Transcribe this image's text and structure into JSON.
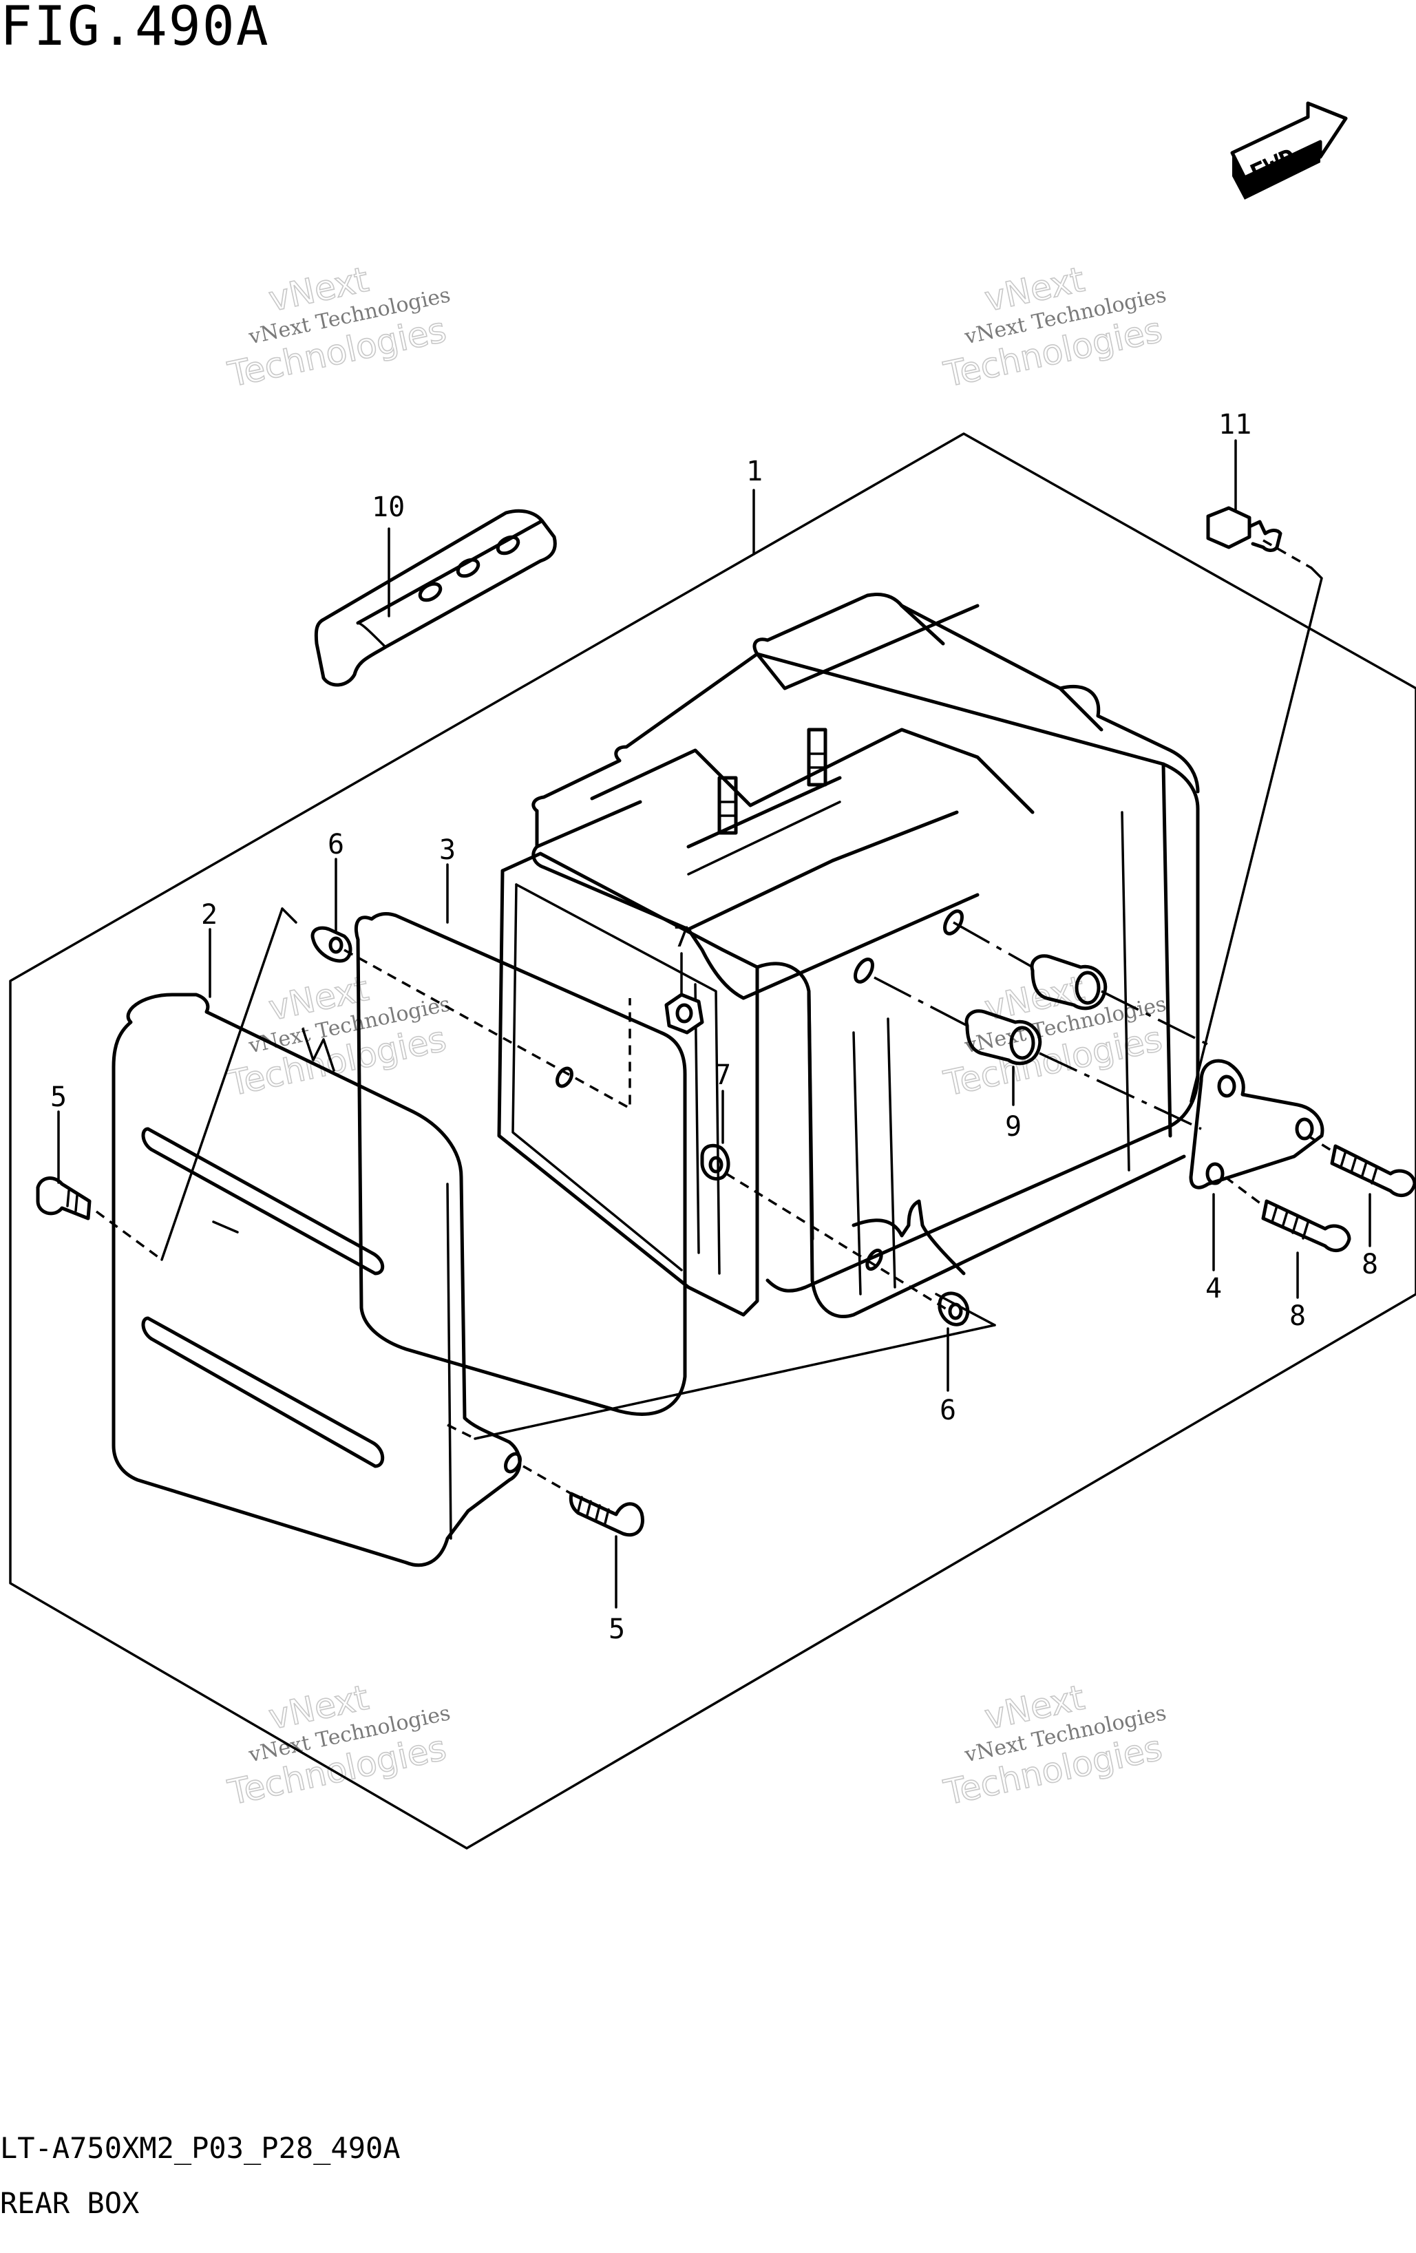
{
  "figure": {
    "title": "FIG.490A",
    "code": "LT-A750XM2_P03_P28_490A",
    "name": "REAR BOX"
  },
  "fwd_label": "FWD",
  "watermark": {
    "line1": "vNext Technologies",
    "line2": "vNext",
    "line3": "Technologies"
  },
  "callouts": [
    {
      "id": "c1",
      "text": "1"
    },
    {
      "id": "c2",
      "text": "2"
    },
    {
      "id": "c3",
      "text": "3"
    },
    {
      "id": "c4",
      "text": "4"
    },
    {
      "id": "c5a",
      "text": "5"
    },
    {
      "id": "c5b",
      "text": "5"
    },
    {
      "id": "c6a",
      "text": "6"
    },
    {
      "id": "c6b",
      "text": "6"
    },
    {
      "id": "c7a",
      "text": "7"
    },
    {
      "id": "c7b",
      "text": "7"
    },
    {
      "id": "c8a",
      "text": "8"
    },
    {
      "id": "c8b",
      "text": "8"
    },
    {
      "id": "c9",
      "text": "9"
    },
    {
      "id": "c10",
      "text": "10"
    },
    {
      "id": "c11",
      "text": "11"
    }
  ]
}
